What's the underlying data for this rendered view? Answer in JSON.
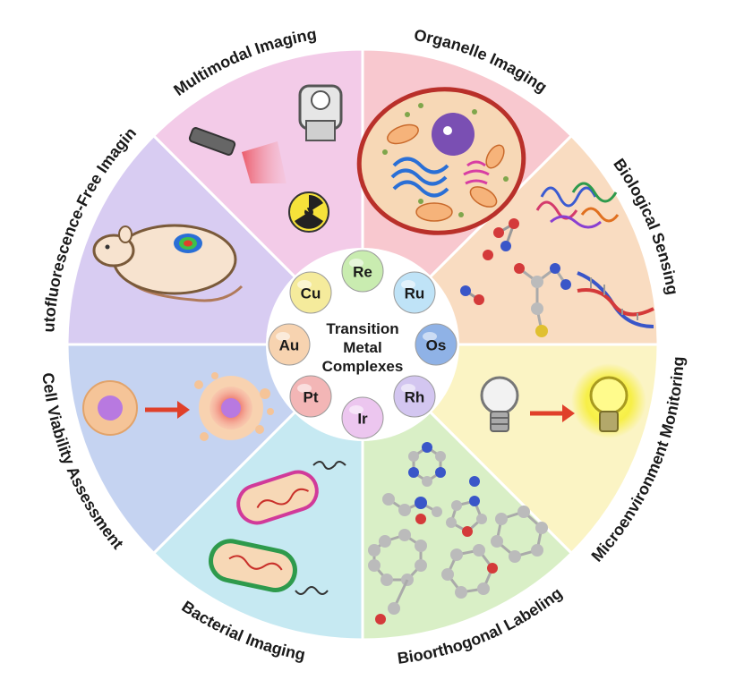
{
  "center": {
    "line1": "Transition",
    "line2": "Metal",
    "line3": "Complexes"
  },
  "metals": [
    {
      "symbol": "Re",
      "color": "#c9ecb0"
    },
    {
      "symbol": "Ru",
      "color": "#bfe3f7"
    },
    {
      "symbol": "Os",
      "color": "#8fb2e6"
    },
    {
      "symbol": "Rh",
      "color": "#d3c6f0"
    },
    {
      "symbol": "Ir",
      "color": "#ecc6ef"
    },
    {
      "symbol": "Pt",
      "color": "#f3b6b6"
    },
    {
      "symbol": "Au",
      "color": "#f7d3b0"
    },
    {
      "symbol": "Cu",
      "color": "#f5eb9c"
    }
  ],
  "segments": [
    {
      "label": "Organelle Imaging",
      "color": "#f8c8cf"
    },
    {
      "label": "Biological Sensing",
      "color": "#f9dcc1"
    },
    {
      "label": "Microenvironment Monitoring",
      "color": "#fbf4c4"
    },
    {
      "label": "Bioorthogonal Labeling",
      "color": "#d9efc6"
    },
    {
      "label": "Bacterial Imaging",
      "color": "#c6e9f2"
    },
    {
      "label": "Cell Viability Assessment",
      "color": "#c5d3f1"
    },
    {
      "label": "Autofluorescence-Free Imaging",
      "color": "#d8ccf2"
    },
    {
      "label": "Multimodal Imaging",
      "color": "#f3cbe8"
    }
  ]
}
